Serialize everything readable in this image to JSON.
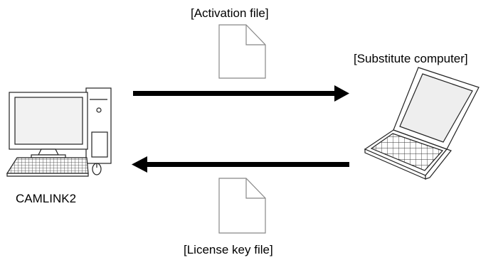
{
  "diagram": {
    "activation_file_label": "[Activation file]",
    "substitute_computer_label": "[Substitute computer]",
    "camlink_label": "CAMLINK2",
    "license_key_file_label": "[License key file]"
  },
  "icons": {
    "desktop": "desktop-computer-icon",
    "laptop": "laptop-computer-icon",
    "document": "document-icon"
  },
  "colors": {
    "arrow": "#000000",
    "document_stroke": "#888888",
    "screen_gray": "#e6e6e6",
    "line": "#333333"
  }
}
